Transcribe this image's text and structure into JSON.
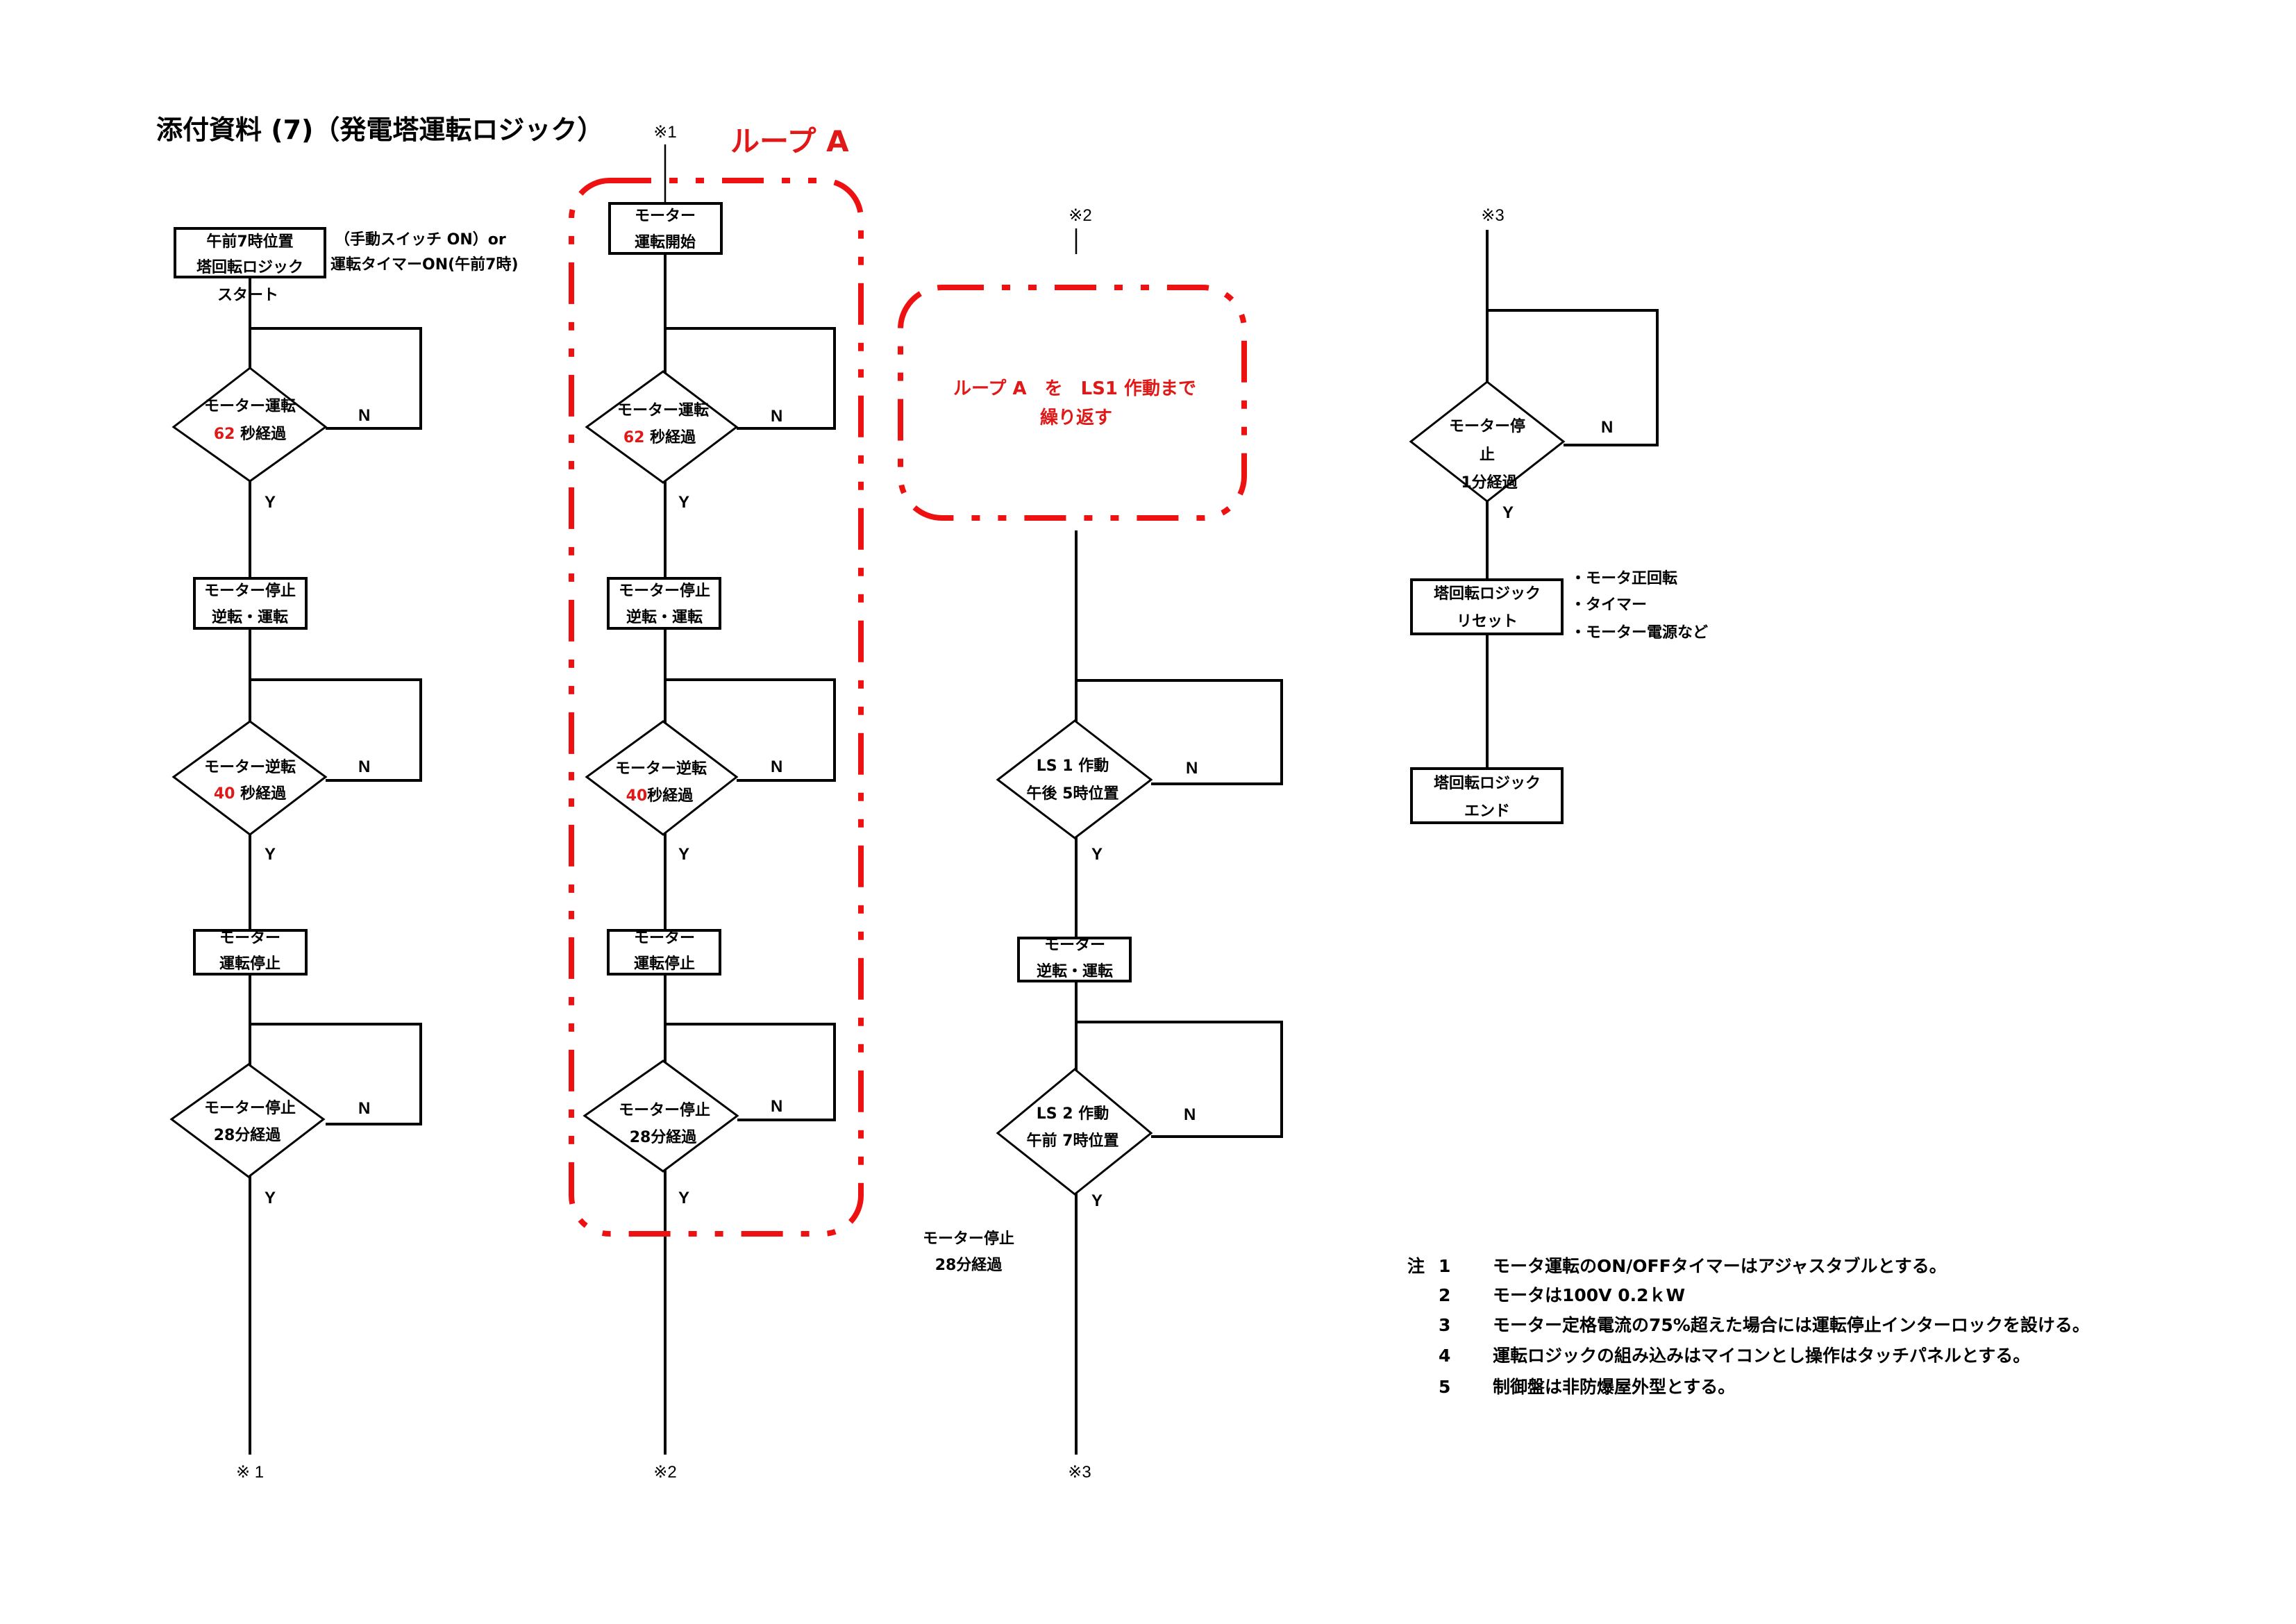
{
  "title": "添付資料 (7)（発電塔運転ロジック）",
  "loop_a": {
    "label": "ループ A",
    "repeat_line1": "ループ A　を　LS1 作動まで",
    "repeat_line2": "繰り返す",
    "color": "#e01818"
  },
  "connectors": {
    "c1": "※1",
    "c2": "※2",
    "c3": "※3",
    "c1_bottom": "※ 1",
    "c2_bottom": "※2",
    "c3_bottom": "※3"
  },
  "labels": {
    "yes": "Y",
    "no": "N"
  },
  "column1": {
    "start_box": [
      "午前7時位置",
      "塔回転ロジック"
    ],
    "start_note": [
      "（手動スイッチ ON）or",
      "運転タイマーON(午前7時)"
    ],
    "start_label": "スタート",
    "decision1": {
      "line1": "モーター運転",
      "value": "62",
      "unit": " 秒経過"
    },
    "process1": [
      "モーター停止",
      "逆転・運転"
    ],
    "decision2": {
      "line1": "モーター逆転",
      "value": "40",
      "unit": " 秒経過"
    },
    "process2": [
      "モーター",
      "運転停止"
    ],
    "decision3": [
      "モーター停止",
      "28分経過"
    ]
  },
  "column2": {
    "process0": [
      "モーター",
      "運転開始"
    ],
    "decision1": {
      "line1": "モーター運転",
      "value": "62",
      "unit": " 秒経過"
    },
    "process1": [
      "モーター停止",
      "逆転・運転"
    ],
    "decision2": {
      "line1": "モーター逆転",
      "value": "40",
      "unit": "秒経過"
    },
    "process2": [
      "モーター",
      "運転停止"
    ],
    "decision3": [
      "モーター停止",
      "28分経過"
    ]
  },
  "column3": {
    "decision1": [
      "LS 1 作動",
      "午後 5時位置"
    ],
    "process1": [
      "モーター",
      "逆転・運転"
    ],
    "decision2": [
      "LS 2 作動",
      "午前 7時位置"
    ],
    "side_note": [
      "モーター停止",
      "28分経過"
    ]
  },
  "column4": {
    "decision1": [
      "モーター停",
      "止",
      "1分経過"
    ],
    "reset_box": [
      "塔回転ロジック",
      "リセット"
    ],
    "reset_items": [
      "・モータ正回転",
      "・タイマー",
      "・モーター電源など"
    ],
    "end_box": [
      "塔回転ロジック",
      "エンド"
    ]
  },
  "notes": {
    "prefix": "注",
    "items": [
      {
        "num": "1",
        "text": "モータ運転のON/OFFタイマーはアジャスタブルとする。"
      },
      {
        "num": "2",
        "text": "モータは100V 0.2ｋW"
      },
      {
        "num": "3",
        "text": "モーター定格電流の75%超えた場合には運転停止インターロックを設ける。"
      },
      {
        "num": "4",
        "text": "運転ロジックの組み込みはマイコンとし操作はタッチパネルとする。"
      },
      {
        "num": "5",
        "text": "制御盤は非防爆屋外型とする。"
      }
    ]
  }
}
